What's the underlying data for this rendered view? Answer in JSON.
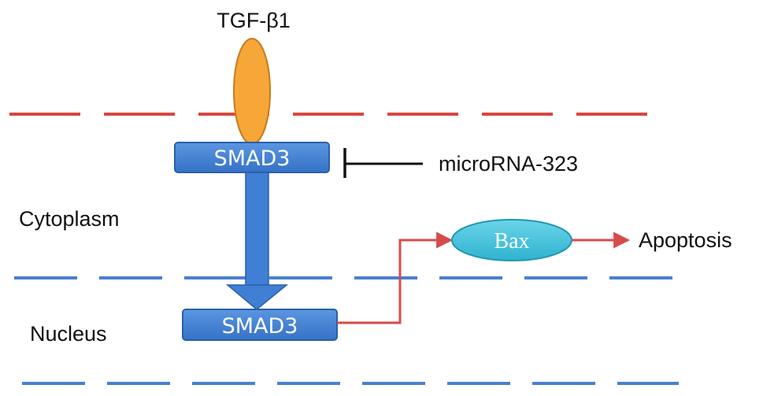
{
  "labels": {
    "ligand": "TGF-β1",
    "cytoplasm": "Cytoplasm",
    "nucleus": "Nucleus",
    "smad_cytoplasm": "SMAD3",
    "smad_nucleus": "SMAD3",
    "inhibitor": "microRNA-323",
    "bax": "Bax",
    "outcome": "Apoptosis"
  },
  "colors": {
    "membrane_dash": "#d8473f",
    "nuclear_dash": "#4a7fd0",
    "smad_box": "#3f7fd4",
    "smad_box_edge": "#2a5fa8",
    "ligand_fill": "#f7a638",
    "ligand_edge": "#c77b1c",
    "bax_fill": "#3ec3dc",
    "bax_edge": "#2196b3",
    "activation_arrow": "#d84a4a",
    "inhibition_bar": "#111111",
    "translocation_arrow": "#3f7fd4"
  }
}
